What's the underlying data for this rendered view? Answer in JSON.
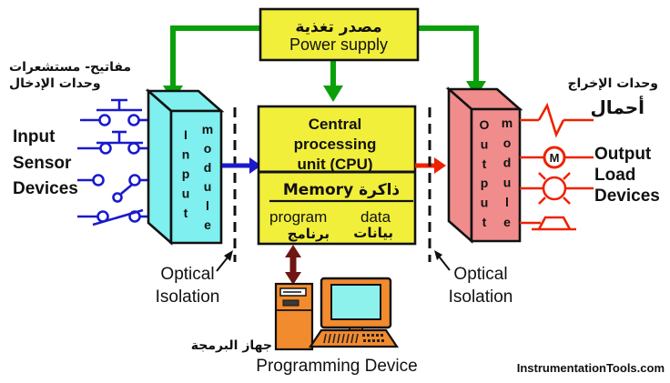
{
  "power_supply": {
    "label_ar": "مصدر تغذية",
    "label_en": "Power supply"
  },
  "input_labels": {
    "ar_line1": "مفاتيح- مستشعرات",
    "ar_line2": "وحدات الإدخال",
    "en_line1": "Input",
    "en_line2": "Sensor",
    "en_line3": "Devices"
  },
  "input_module": {
    "column_left": "Input",
    "column_right": "module"
  },
  "cpu": {
    "line1": "Central",
    "line2": "processing",
    "line3": "unit (CPU)",
    "memory_label": "Memory ذاكرة",
    "program_en": "program",
    "data_en": "data",
    "program_ar": "برنامج",
    "data_ar": "بيانات"
  },
  "output_module": {
    "column_left": "Output",
    "column_right": "module"
  },
  "output_labels": {
    "ar_line1": "وحدات الإخراج",
    "ar_line2": "أحمال",
    "en_line1": "Output",
    "en_line2": "Load",
    "en_line3": "Devices"
  },
  "optical_isolation_left": {
    "line1": "Optical",
    "line2": "Isolation"
  },
  "optical_isolation_right": {
    "line1": "Optical",
    "line2": "Isolation"
  },
  "programming_device": {
    "label_ar": "جهاز البرمجة",
    "label_en": "Programming Device"
  },
  "motor_symbol_label": "M",
  "watermark": "InstrumentationTools.com",
  "icons": {
    "input_sensors": [
      "no-pushbutton-icon",
      "nc-pushbutton-icon",
      "selector-switch-icon",
      "limit-switch-icon"
    ],
    "output_loads": [
      "heater-icon",
      "motor-icon",
      "lamp-icon",
      "horn-icon"
    ],
    "programming_device_parts": [
      "computer-tower-icon",
      "monitor-icon",
      "keyboard-icon"
    ]
  },
  "colors": {
    "box_yellow": "#F2EF3B",
    "input_cyan": "#7FEFEF",
    "output_pink": "#F08C8C",
    "power_green": "#0AA00A",
    "input_blue": "#1A1ACC",
    "output_red": "#EE2200",
    "programming_link_maroon": "#6E1613",
    "device_orange": "#F28A2E",
    "screen_cyan": "#8DF2EC"
  }
}
